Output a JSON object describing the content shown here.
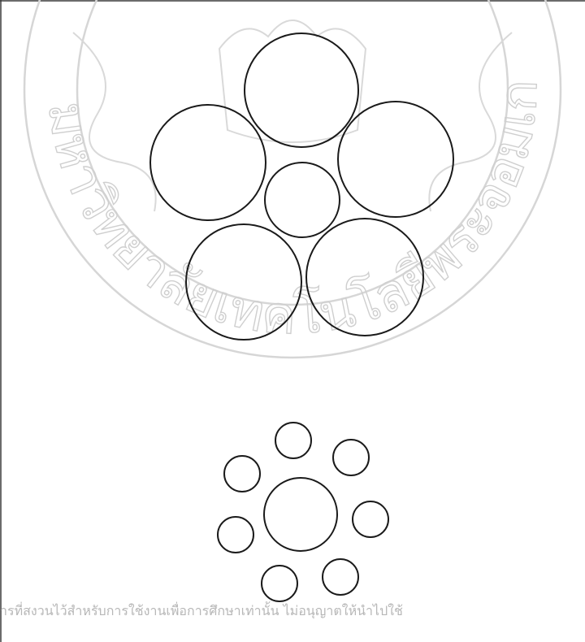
{
  "figure": {
    "background": "#ffffff",
    "line_color": "#1a1a1a",
    "watermark_color": "#b7b7b7",
    "top_cluster": {
      "description_count": 6,
      "arrangement": "five large circles around one smaller central circle"
    },
    "bottom_cluster": {
      "description_count": 8,
      "arrangement": "seven small circles around one larger central circle"
    }
  },
  "watermark": {
    "seal_text": "มหาวิทยาลัยเทคโนโลยีพระจอมเกล้าเจ้าคุณทหารลาดกระบัง",
    "footer_text": "ารที่สงวนไว้สำหรับการใช้งานเพื่อการศึกษาเท่านั้น ไม่อนุญาตให้นำไปใช้"
  }
}
